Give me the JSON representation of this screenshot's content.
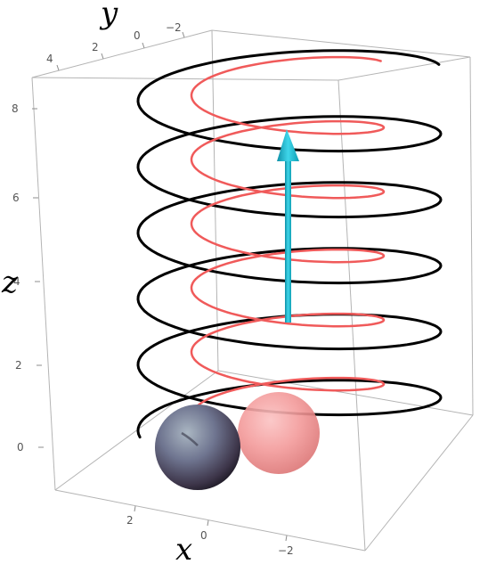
{
  "figure": {
    "axes": {
      "x": {
        "label": "x",
        "tick_labels": [
          "2",
          "0",
          "−2"
        ]
      },
      "y": {
        "label": "y",
        "tick_labels": [
          "4",
          "2",
          "0",
          "−2"
        ]
      },
      "z": {
        "label": "z",
        "tick_labels": [
          "8",
          "6",
          "4",
          "2",
          "0"
        ]
      }
    },
    "curves": [
      {
        "name": "outer-helix",
        "color": "#000000",
        "turns": 5.5
      },
      {
        "name": "inner-helix",
        "color": "#f05a5a",
        "turns": 5.5
      }
    ],
    "arrow": {
      "color": "#19c3d8",
      "direction": "+z"
    },
    "spheres": [
      {
        "name": "dark-sphere",
        "color": "#5a5a78"
      },
      {
        "name": "pink-sphere",
        "color": "#f08c8c"
      }
    ]
  }
}
